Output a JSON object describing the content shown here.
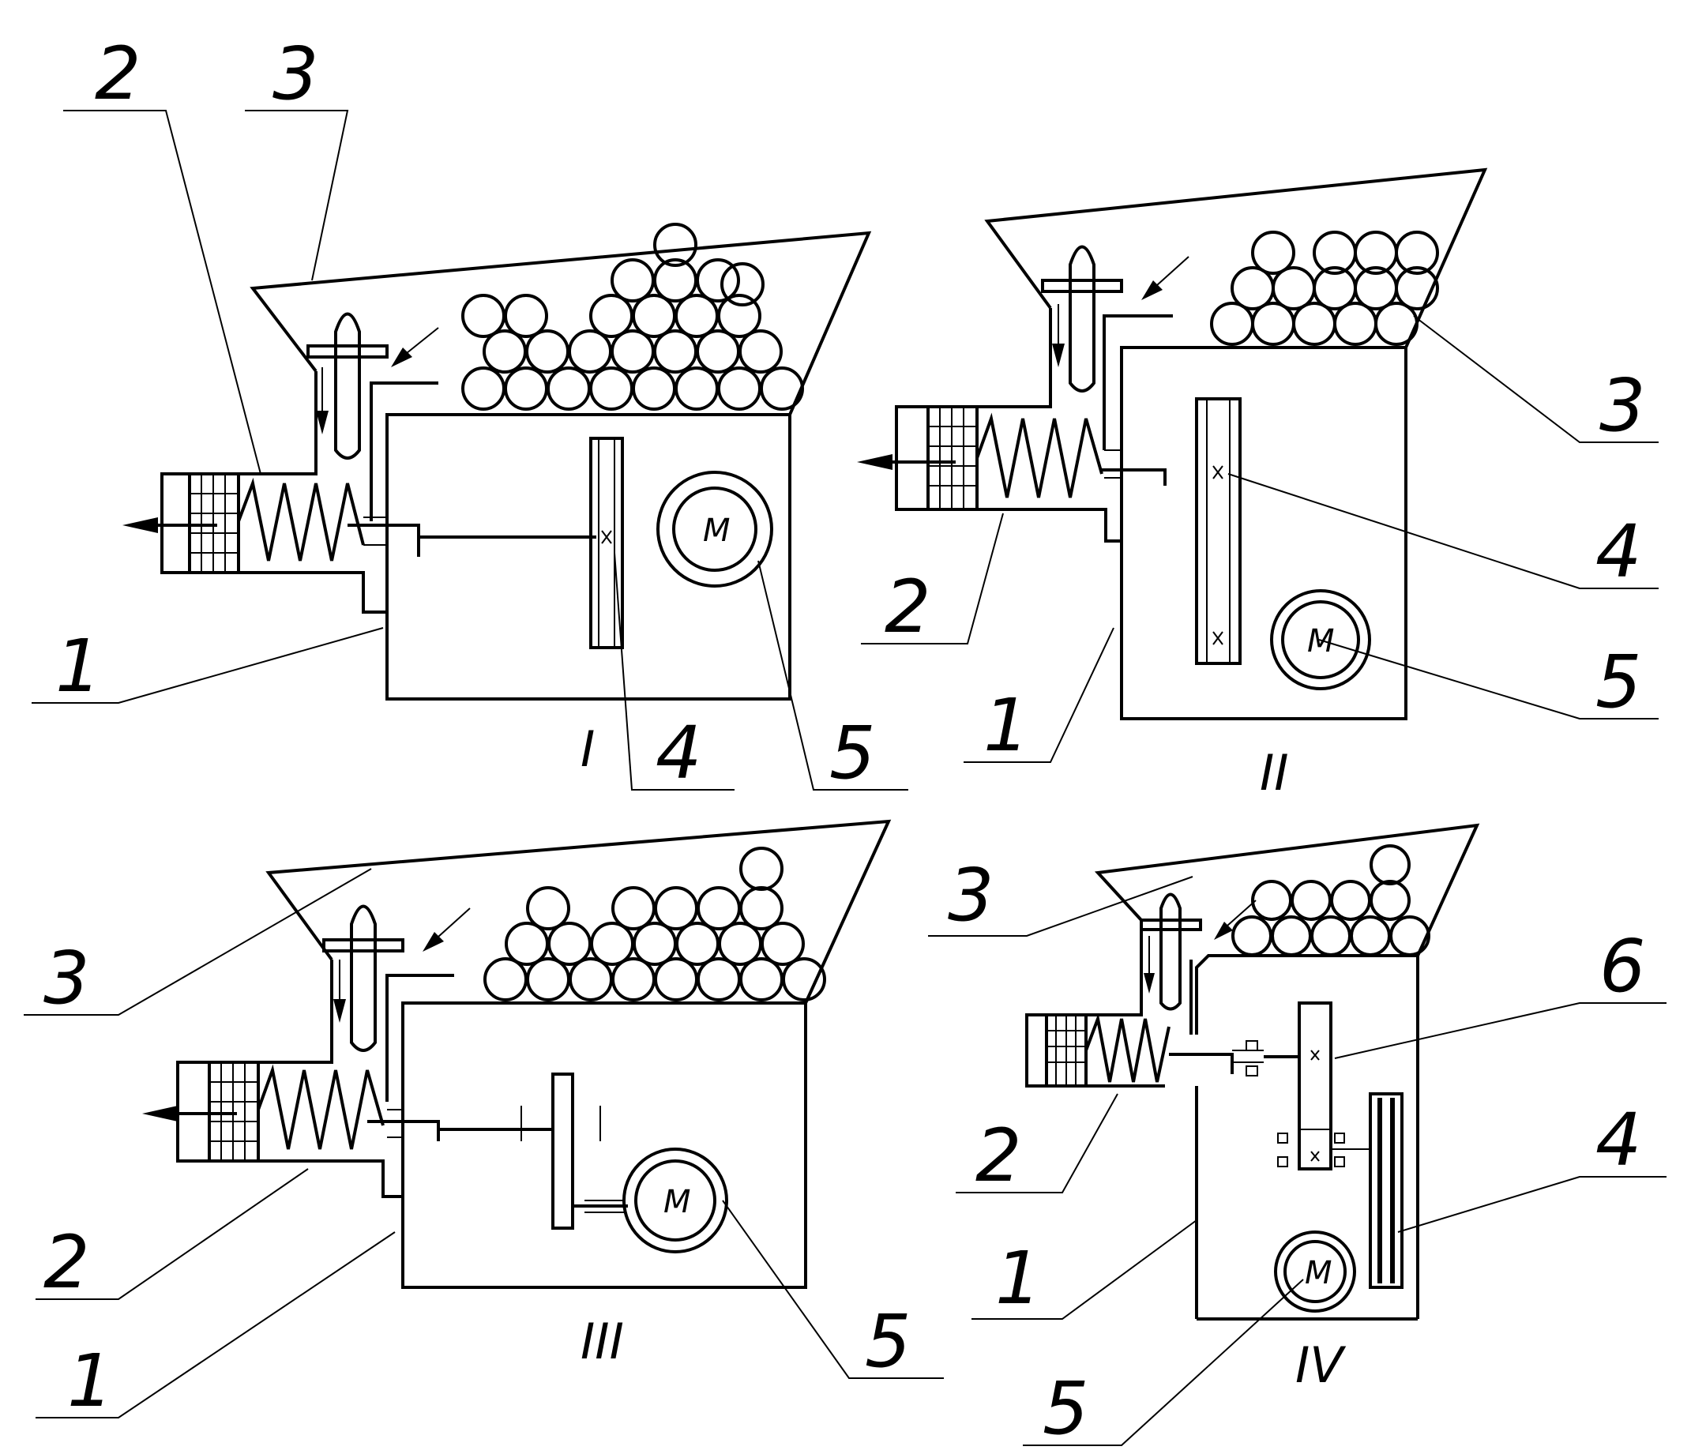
{
  "diagram": {
    "views": [
      {
        "id": "view-1",
        "roman": "I",
        "motor_letter": "M",
        "labels": [
          "1",
          "2",
          "3",
          "4",
          "5"
        ]
      },
      {
        "id": "view-2",
        "roman": "II",
        "motor_letter": "M",
        "labels": [
          "1",
          "2",
          "3",
          "4",
          "5"
        ]
      },
      {
        "id": "view-3",
        "roman": "III",
        "motor_letter": "M",
        "labels": [
          "1",
          "2",
          "3",
          "5"
        ]
      },
      {
        "id": "view-4",
        "roman": "IV",
        "motor_letter": "M",
        "labels": [
          "1",
          "2",
          "3",
          "4",
          "5",
          "6"
        ]
      }
    ]
  }
}
